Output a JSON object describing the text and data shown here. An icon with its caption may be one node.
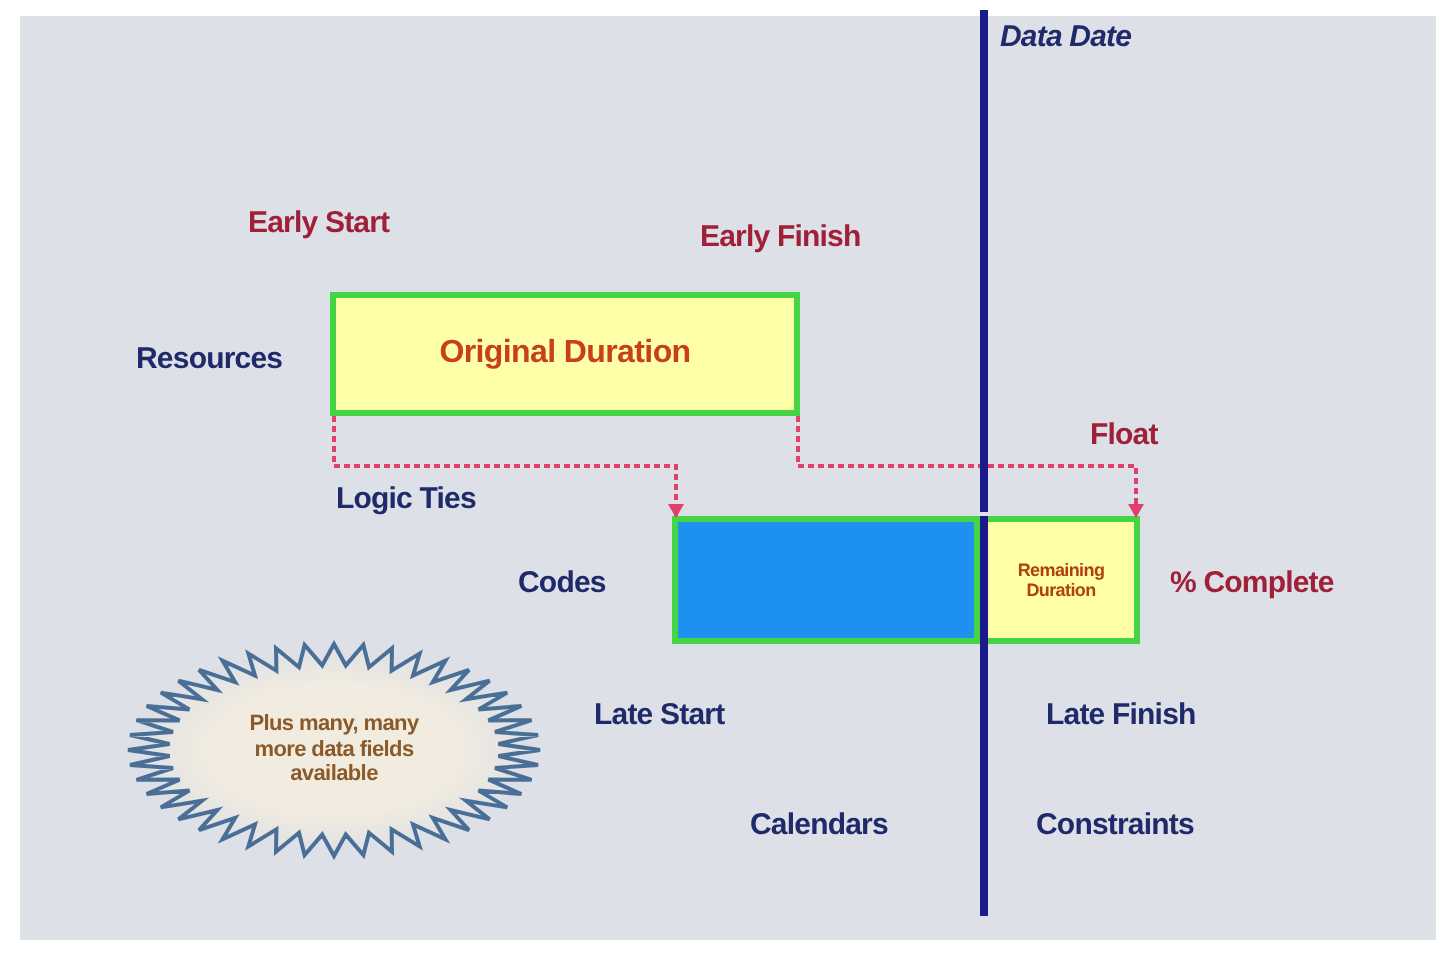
{
  "diagram": {
    "nodes": [
      {
        "text": [
          "Original Duration"
        ]
      },
      {
        "text": [],
        "shape": "bar"
      },
      {
        "text": [
          "Remaining Duration"
        ]
      },
      {
        "text": [
          "Plus many, many more data fields available"
        ]
      }
    ],
    "edges": [
      {
        "from": 0,
        "to": 1,
        "arrow": "to",
        "style": "dashed",
        "color": "#e0406a"
      },
      {
        "from": 0,
        "to": 2,
        "arrow": "to",
        "style": "dashed",
        "color": "#e0406a"
      }
    ],
    "labels": [
      "Data Date",
      "Early Start",
      "Early Finish",
      "Resources",
      "Float",
      "Logic Ties",
      "Codes",
      "% Complete",
      "Late Start",
      "Late Finish",
      "Calendars",
      "Constraints"
    ]
  }
}
